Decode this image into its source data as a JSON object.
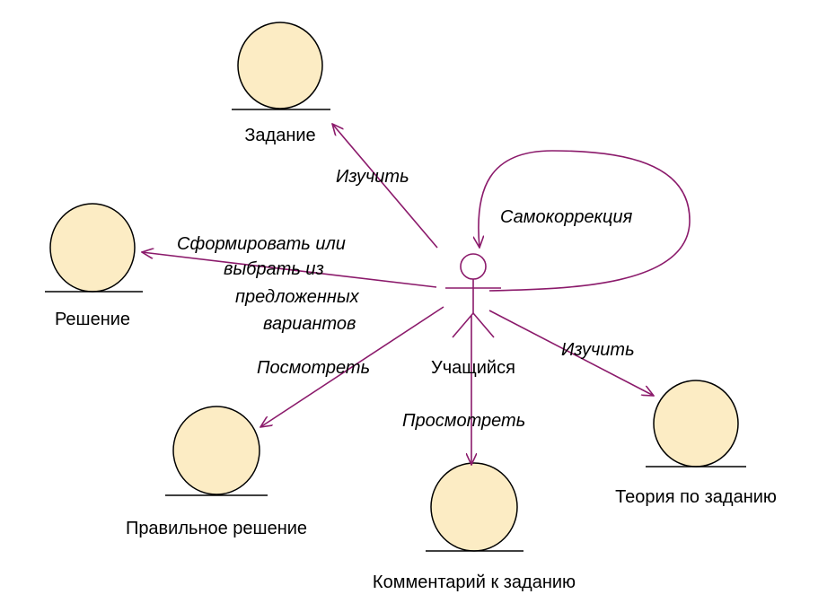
{
  "colors": {
    "entity_fill": "#fcecc4",
    "entity_stroke": "#000000",
    "association": "#8b1a6b",
    "actor": "#8b1a6b",
    "background": "#ffffff"
  },
  "actor": {
    "label": "Учащийся",
    "icon": "stick-figure-actor-icon"
  },
  "entities": [
    {
      "id": "task",
      "label": "Задание",
      "icon": "entity-object-icon"
    },
    {
      "id": "solution",
      "label": "Решение",
      "icon": "entity-object-icon"
    },
    {
      "id": "correct_solution",
      "label": "Правильное решение",
      "icon": "entity-object-icon"
    },
    {
      "id": "comment",
      "label": "Комментарий к заданию",
      "icon": "entity-object-icon"
    },
    {
      "id": "theory",
      "label": "Теория по заданию",
      "icon": "entity-object-icon"
    }
  ],
  "associations": [
    {
      "id": "study_task",
      "label_lines": [
        "Изучить"
      ],
      "target": "task"
    },
    {
      "id": "form_solution",
      "label_lines": [
        "Сформировать или",
        "выбрать из",
        "предложенных",
        "вариантов"
      ],
      "target": "solution"
    },
    {
      "id": "view_correct",
      "label_lines": [
        "Посмотреть"
      ],
      "target": "correct_solution"
    },
    {
      "id": "view_comment",
      "label_lines": [
        "Просмотреть"
      ],
      "target": "comment"
    },
    {
      "id": "study_theory",
      "label_lines": [
        "Изучить"
      ],
      "target": "theory"
    },
    {
      "id": "self_correction",
      "label_lines": [
        "Самокоррекция"
      ],
      "target": "actor"
    }
  ]
}
